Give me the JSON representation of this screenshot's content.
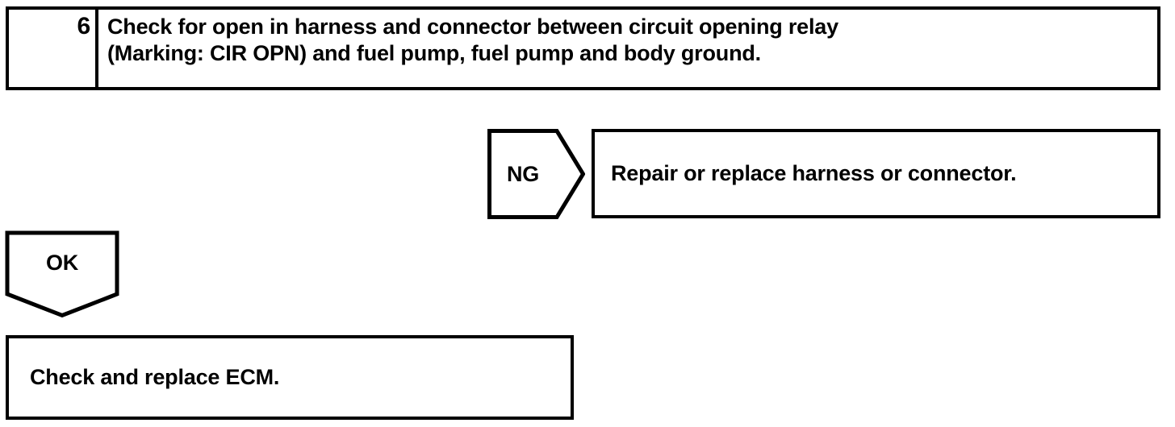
{
  "document": {
    "type": "troubleshooting-flowchart",
    "ink_color": "#000000",
    "background_color": "#ffffff"
  },
  "step": {
    "number": "6",
    "instruction": "Check for open in harness and connector between circuit opening relay\n(Marking: CIR OPN) and fuel pump, fuel pump and body ground."
  },
  "branches": [
    {
      "result_label": "NG",
      "shape": "right-pointing-pentagon",
      "action": "Repair or replace harness or connector."
    },
    {
      "result_label": "OK",
      "shape": "down-pointing-pentagon",
      "action": "Check and replace ECM."
    }
  ],
  "ng_branch": {
    "label": "NG",
    "action": "Repair or replace harness or connector."
  },
  "ok_branch": {
    "label": "OK",
    "action": "Check and replace ECM."
  }
}
